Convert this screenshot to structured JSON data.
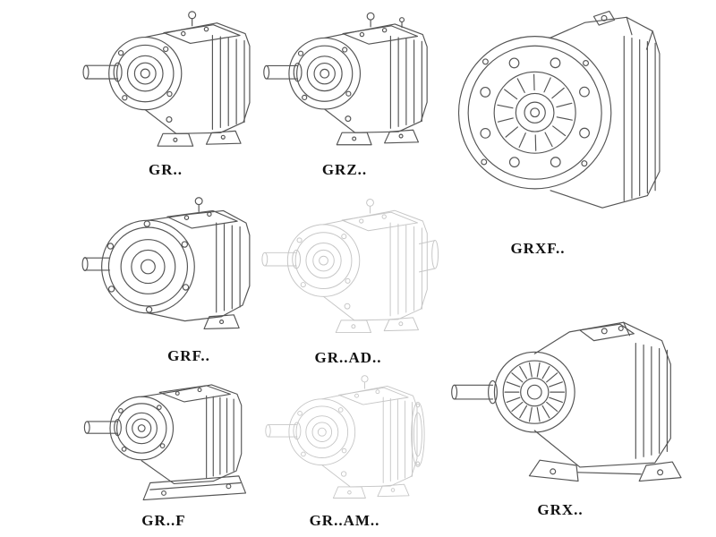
{
  "colors": {
    "ink": "#555555",
    "ghost": "#c6c6c6",
    "label": "#111111",
    "background": "#ffffff"
  },
  "items": [
    {
      "label": "GR..",
      "variant": "helical"
    },
    {
      "label": "GRZ..",
      "variant": "helical_z"
    },
    {
      "label": "GRXF..",
      "variant": "flange_front"
    },
    {
      "label": "GRF..",
      "variant": "flange"
    },
    {
      "label": "GR..AD..",
      "variant": "ghost_ad"
    },
    {
      "label": "GRX..",
      "variant": "big_iso"
    },
    {
      "label": "GR..F",
      "variant": "foot"
    },
    {
      "label": "GR..AM..",
      "variant": "ghost_am"
    }
  ]
}
